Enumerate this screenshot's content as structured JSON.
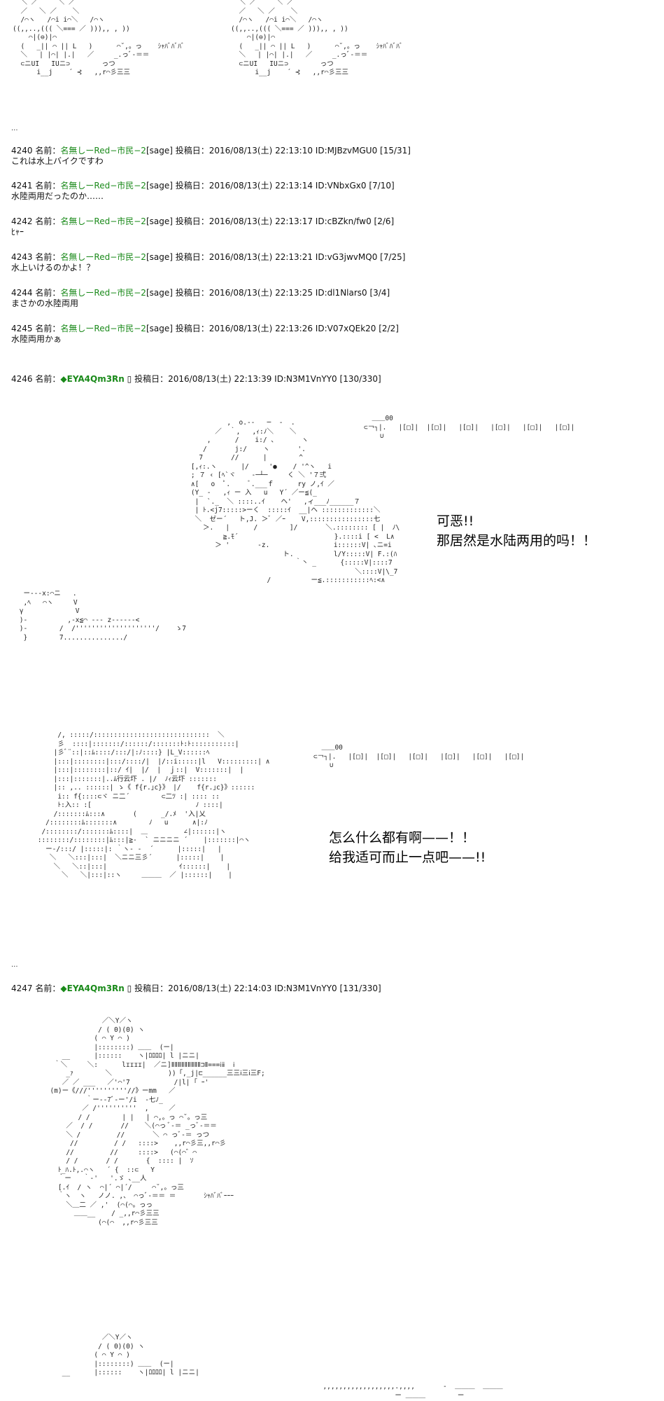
{
  "header_art": {
    "left": "  ＼ ／     ＼ ／\n  ／   ＼ ／    ＼\n  /⌒ヽ   /⌒i i⌒＼   /⌒ヽ\n((,,..,((( ＼=== ／ ))),, , ))\n    ⌒|(⊖)|⌒\n  (   _|| ⌒ || L   )      ⌒˘,。っ    ｼｬﾊﾞﾊﾞﾊﾞ\n  ＼   | |⌒| |.|   ／     _.っﾞ‐＝＝\n  ⊂ニUI   IUニ⊃        っつ\n      i__j    ´ ⊰   ,,r⌒彡三三",
    "right": "  ＼ ／     ＼ ／\n  ／   ＼ ／    ＼\n  /⌒ヽ   /⌒i i⌒＼   /⌒ヽ\n((,,..,((( ＼=== ／ ))),, , ))\n    ⌒|(⊖)|⌒\n  (   _|| ⌒ || L   )      ⌒˘,。っ    ｼｬﾊﾞﾊﾞﾊﾞ\n  ＼   | |⌒| |.|   ／     _.っﾞ‐＝＝\n  ⊂ニUI   IUニ⊃        っつ\n      i__j    ´ ⊰   ,,r⌒彡三三"
  },
  "posts": [
    {
      "num": "4240",
      "label": "名前：",
      "name": "名無しーRed−市民−2",
      "sage": "[sage]",
      "date": "投稿日：2016/08/13(土) 22:13:10 ID:MJBzvMGU0 [15/31]",
      "body": "これは水上バイクですわ"
    },
    {
      "num": "4241",
      "label": "名前：",
      "name": "名無しーRed−市民−2",
      "sage": "[sage]",
      "date": "投稿日：2016/08/13(土) 22:13:14 ID:VNbxGx0 [7/10]",
      "body": "水陸両用だったのか……"
    },
    {
      "num": "4242",
      "label": "名前：",
      "name": "名無しーRed−市民−2",
      "sage": "[sage]",
      "date": "投稿日：2016/08/13(土) 22:13:17 ID:cBZkn/fw0 [2/6]",
      "body": "ﾋｬｰ"
    },
    {
      "num": "4243",
      "label": "名前：",
      "name": "名無しーRed−市民−2",
      "sage": "[sage]",
      "date": "投稿日：2016/08/13(土) 22:13:21 ID:vG3jwvMQ0 [7/25]",
      "body": "水上いけるのかよ！？"
    },
    {
      "num": "4244",
      "label": "名前：",
      "name": "名無しーRed−市民−2",
      "sage": "[sage]",
      "date": "投稿日：2016/08/13(土) 22:13:25 ID:dl1Nlars0 [3/4]",
      "body": "まさかの水陸両用"
    },
    {
      "num": "4245",
      "label": "名前：",
      "name": "名無しーRed−市民−2",
      "sage": "[sage]",
      "date": "投稿日：2016/08/13(土) 22:13:26 ID:V07xQEk20 [2/2]",
      "body": "水陸両用かぁ"
    }
  ],
  "post_4246": {
    "num": "4246",
    "label": "名前：",
    "trip": "◆EYA4Qm3Rn",
    "mark": "▯",
    "date": "投稿日：2016/08/13(土) 22:13:39 ID:N3M1VnYY0 [130/330]"
  },
  "post_4247": {
    "num": "4247",
    "label": "名前：",
    "trip": "◆EYA4Qm3Rn",
    "mark": "▯",
    "date": "投稿日：2016/08/13(土) 22:14:03 ID:N3M1VnYY0 [131/330]"
  },
  "scene1": {
    "gun": "  ＿＿00\n⊂￢┐|.   |[□]|  |[□]|   |[□]|   |[□]|   |[□]|   |[□]|\n    ∪",
    "caption_line1": "可恶!!",
    "caption_line2": "那居然是水陆两用的吗！！",
    "art_main": "             ,  o.-‐   ─  ‐  .\n          ／  ｀,   ,ｨ:ﾉ＼    ＼\n        ,      /    i:/ 、      ヽ\n       /       j:/    ヽ       '.\n      7       //      |        ^\n    [,ｨ:.ヽ      |/     '●    / '^ヽ   i\n    ; ７ ‹ [ﾍ`ヾ    -─┴─     く ＼ '７弍\n    ∧[   o  ﾟ.     ﾞ.___ｆ      ry ノ,ｲ ／\n    (Y_ -   ,ｨ ー 入   u   Y´ ／ー≦(_\n     |  `._  ＼ ::::..ｲ    ヘ'   ,ィ___ﾉ______７\n     | ﾄ.<j7:::::>ーく  :::::ｲ  __|ヘ :::::::::::::＼\n     ＼  ゼー´   ト,J. ＞ﾞ ／ｰ    V,::::::::::::::::七\n       ＞.   |      /        ]/       ＼.:::::::: [ |  ﾉ\\\n            ≧.ﾓ´                        }.::::i [ <  L∧\n          ＞ '       -z.                i::::::V| ､ニ=i\n                           ト.          l/Y:::::V| F.:(ﾊ\n                              ｀丶 _      {:::::V|::::7\n                                             ＼::::V|\\_7\n                       /          ー≦.:::::::::::ﾍ:<∧",
    "art_left": "  ー‐‐-x:⌒ニ   .\n  ,ﾍ   ⌒ヽ     V\n γ             V\n )-          ,-x≦⌒ ‐‐‐ z‐‐-‐‐‐<\n )-        /  /''''''''''''''''''''/    ゝ7\n  }        7.............../"
  },
  "scene2": {
    "gun": "  ＿＿00\n⊂￢┐|.   |[□]|  |[□]|   |[□]|   |[□]|   |[□]|   |[□]|\n    ∪",
    "caption_line1": "怎么什么都有啊——！！",
    "caption_line2": "给我适可而止一点吧——!!",
    "art": "      /, :::::/:::::::::::::::::::::::::::::  ＼\n      彡  ::::|:::::::/::::::/:::::::ﾄ:ﾄ:::::::::::|\n     |彡ﾞ¨::|::ﾑ::::/:::/|:ﾉ::::} |L_V::::::ﾍ\n     |:::|::::::::|:::/::::/|  |/::i:::::|l   V:::::::::| ∧\n     |:::|::::::::|::/ ｲ|  |/  |  ｊ::|  V:::::::|  |\n     |:::|:::::::|..ﾑ行云圷 . |/  ﾉｨ云圷 :::::::\n     |:: ,.. ::::::| ゝ《 f{r.｣c}》 |/    f{r.｣c}》::::::\n      i:: f{::::⊂ヾ ニ二´        ⊂二ﾂ :| :::: ::\n      ﾄ:入:: :[                          ﾉ ::::|\n     /:::::::ﾑ:::∧       (      _/.ﾒ  '入|乂\n   /::::::::ﾑ:::::::∧        ﾉ   u      ∧|:ﾉ\n  /::::::::/:::::::ﾑ::::|  ＿         ∠|::::::|ヽ\n ::::::::/::::::::|ﾑ:::|≧‐  ` ニニニニ ´    |:::::::|⌒ヽ\n   ー‐/:::/ |:::::|: ｀ヽ‐ -  ´      |:::::|   |\n    ＼   ＼:::|:::|  ＼ニニ三彡´      |:::::|    |\n     ＼   ＼::|:::|                  ｲ::::::|    |\n       ＼   ＼|:::|::ヽ     ＿＿＿  ／ |::::::|    |"
  },
  "scene3": {
    "art": "               ／＼Y／ヽ\n              / ( 0)(0) ヽ\n             ( ⌒ Y ⌒ )\n             |::::::::) ＿＿  (ー|\n     __      |::::::    ヽ|ﾛﾛﾛﾛ| l |ニニ|\n   ｀＼     ＼:      lɪɪɪɪ|  ／ニ]ⅡⅡⅡⅡⅡⅡⅡⅡⅡ⊐Ⅱ===ⅰⅱ  ⅰ\n      _ｧ        ＼              ))「,_j|⊏______三三ⅰ三ⅰ三F;\n     ／ ／ ___   ／'⌒'7           /|l| ｢ ｰ'\n  (m)ー《///''''''''''//》ーmm   ／\n           ｀ー‐‐7ﾞ‐ー'/i  ‐七ﾉ_\n          ／ /''''''''''  ,     ／\n         / /        | |   | ⌒,。っ ⌒˘。っ三\n      ／  / /       //    ＼(⌒っ ﾞ‐＝ _っﾞ‐＝＝\n      ＼ /         //       ＼ ⌒ っﾞ‐＝ っつ\n       //         / /   ::::>    ,,r⌒彡三,,r⌒彡\n      //         //     ::::>   (⌒(⌒゛⌒\n      / /       / /       {  :::: |  ｿ\n    ﾄ_ﾊ.ﾄ,.⌒ヽ   ´ {  ::⊂   Y\n    ｀ー   ｀‐'   '.ゞ ､__人\n    [.ｲ  / ヽ  ⌒|´ ⌒|´/     ⌒˘,。っ三\n    ｀ヽ  ヽ   ノノ. ,、 ⌒っﾞ‐＝＝ ＝       ｼｬﾊﾞﾊﾞｰｰｰ\n      ＼＿二 ／ ,'  (⌒(⌒。っっ\n        ＿＿__    / _,,r⌒彡三三\n              (⌒(⌒  ,,r⌒彡三三"
  },
  "scene4": {
    "art": "               ／＼Y／ヽ\n              / ( 0)(0) ヽ\n             ( ⌒ Y ⌒ )\n             |::::::::) ＿＿  (ー|\n     __      |::::::    ヽ|ﾛﾛﾛﾛ| l |ニニ|",
    "right": "  ,,,,,,,,,,,,,,,,,,.,,,,       ‐  ＿＿＿  ＿＿＿\n                    ー ＿＿＿        ー"
  },
  "separators": {
    "a": "...",
    "b": "..."
  }
}
